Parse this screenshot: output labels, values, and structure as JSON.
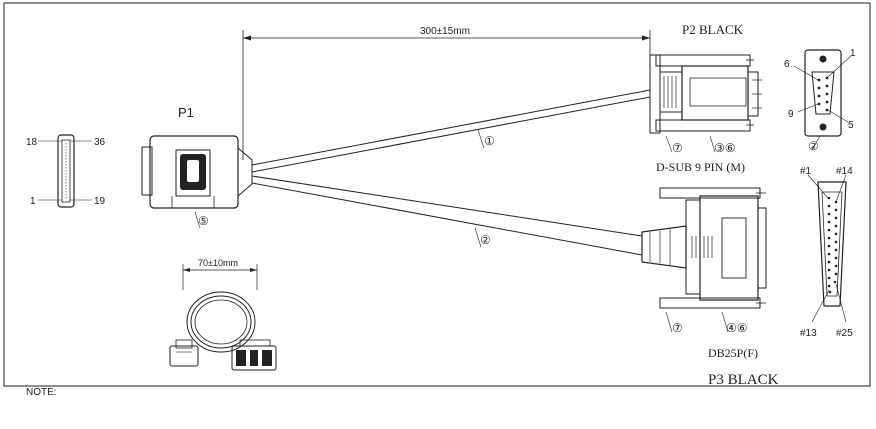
{
  "dimensions": {
    "cable_length": "300±15mm",
    "coil_length": "70±10mm"
  },
  "connectors": {
    "p1": {
      "label": "P1",
      "pin_top_left": "18",
      "pin_top_right": "36",
      "pin_bottom_left": "1",
      "pin_bottom_right": "19"
    },
    "p2": {
      "title": "P2 BLACK",
      "type": "D-SUB 9 PIN (M)",
      "pin_a": "6",
      "pin_b": "1",
      "pin_c": "9",
      "pin_d": "5"
    },
    "p3": {
      "title": "P3 BLACK",
      "type": "DB25P(F)",
      "pin_a": "#1",
      "pin_b": "#14",
      "pin_c": "#13",
      "pin_d": "#25"
    }
  },
  "callouts": {
    "c1": "①",
    "c2": "②",
    "c2b": "②",
    "c3a": "⑦",
    "c3b": "③⑥",
    "c4a": "⑦",
    "c4b": "④⑥",
    "c5": "⑤"
  },
  "notes": {
    "label": "NOTE:"
  }
}
